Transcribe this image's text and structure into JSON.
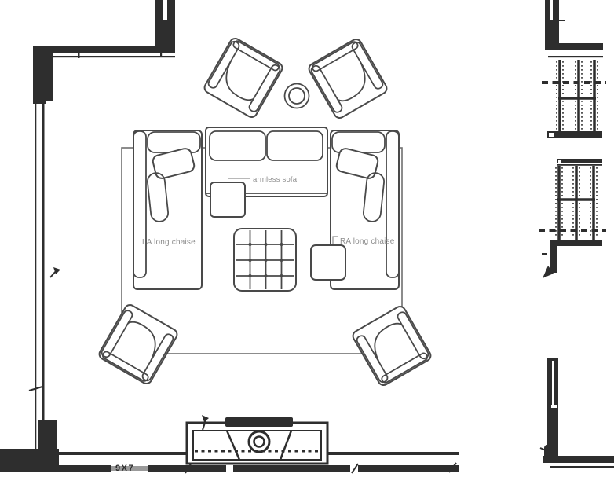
{
  "labels": {
    "armless_sofa": "armless sofa",
    "la_long_chaise": "LA long chaise",
    "ra_long_chaise": "RA long chaise",
    "wall_dimension": "9X7"
  },
  "colors": {
    "paper": "#ffffff",
    "wall_ink": "#2e2e2e",
    "furniture_ink": "#4a4a4a",
    "rug_ink": "#6f6f6f",
    "label_gray": "#8d8d8d"
  },
  "furniture_icons": [
    {
      "name": "armless-sofa-icon",
      "label_key": "armless_sofa"
    },
    {
      "name": "la-long-chaise-icon",
      "label_key": "la_long_chaise"
    },
    {
      "name": "ra-long-chaise-icon",
      "label_key": "ra_long_chaise"
    },
    {
      "name": "tufted-ottoman-icon",
      "count": 1
    },
    {
      "name": "armchair-icon",
      "count": 4
    },
    {
      "name": "round-side-table-icon",
      "count": 1
    },
    {
      "name": "square-side-table-icon",
      "count": 2
    },
    {
      "name": "area-rug-icon",
      "count": 1
    },
    {
      "name": "fireplace-icon",
      "count": 1
    },
    {
      "name": "stair-run-icon",
      "count": 2
    }
  ]
}
